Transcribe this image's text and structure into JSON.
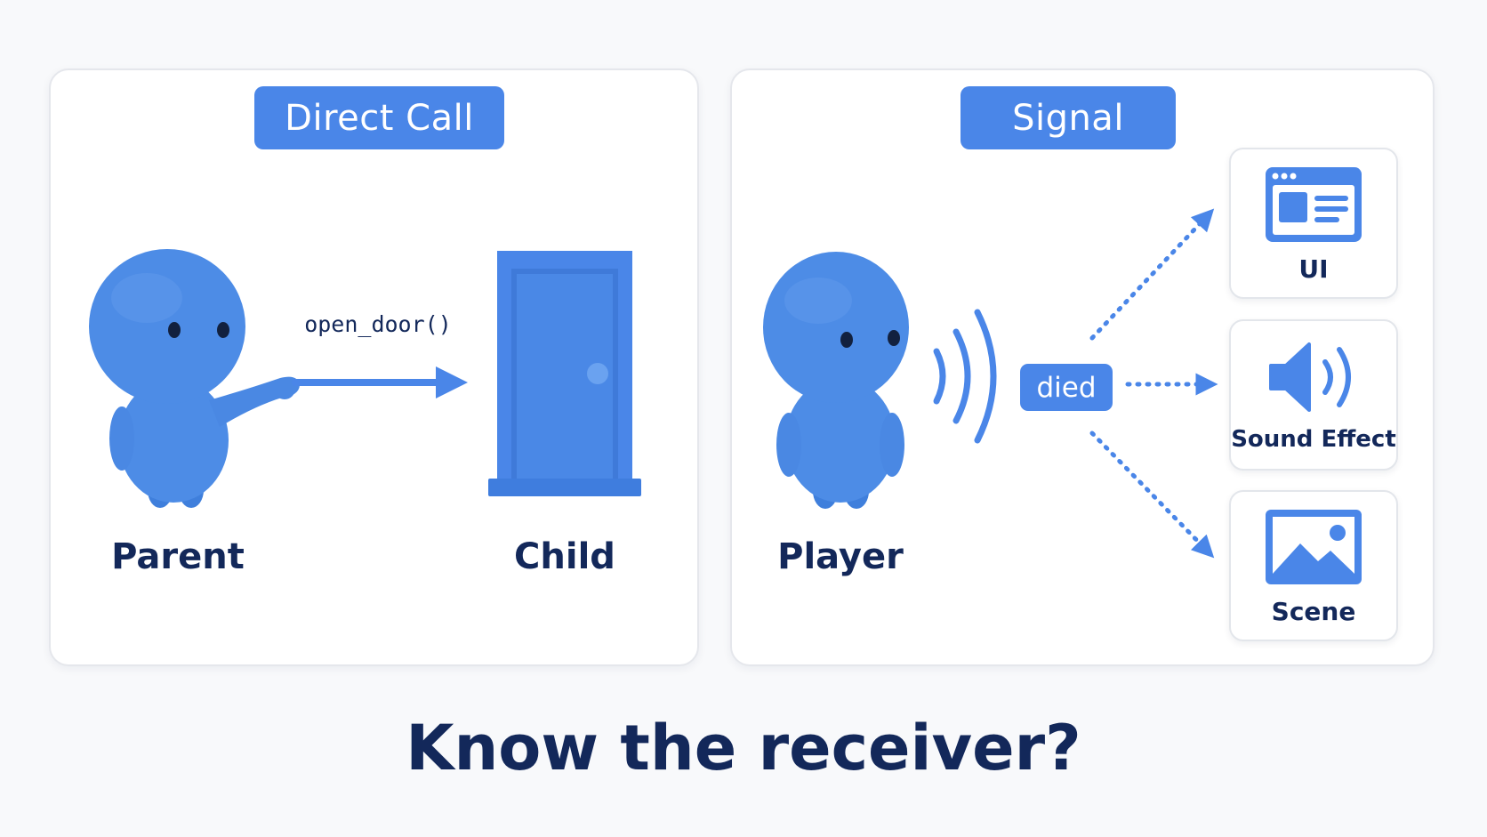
{
  "direct_call": {
    "title": "Direct Call",
    "caller_label": "Parent",
    "call_label": "open_door()",
    "receiver_label": "Child"
  },
  "signal": {
    "title": "Signal",
    "emitter_label": "Player",
    "signal_name": "died",
    "receivers": [
      {
        "label": "UI",
        "icon": "browser-window-icon"
      },
      {
        "label": "Sound Effect",
        "icon": "speaker-icon"
      },
      {
        "label": "Scene",
        "icon": "image-icon"
      }
    ]
  },
  "question": "Know the receiver?",
  "colors": {
    "accent": "#4a86e8",
    "figure": "#4d8ce6",
    "text": "#13285a",
    "panel_border": "#e5e7ec"
  }
}
